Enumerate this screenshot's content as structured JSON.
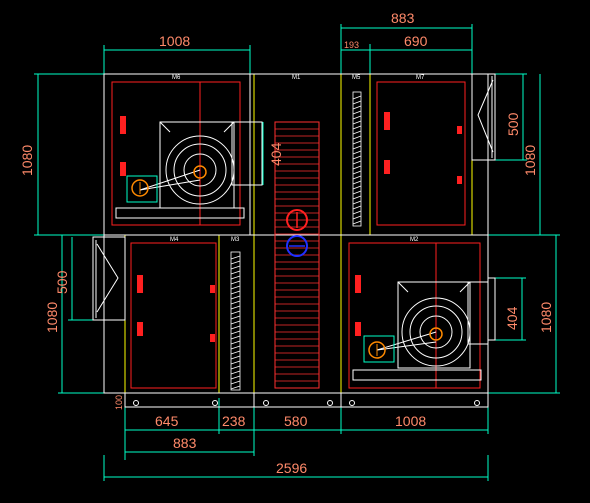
{
  "colors": {
    "background": "#000000",
    "dimension_line": "#00ffc8",
    "dimension_text": "#ff8a6a",
    "outline": "#ffffff",
    "frame": "#ffff00",
    "section": "#ff2020",
    "coil_hatch": "#ff3030"
  },
  "dimensions": {
    "top_883": "883",
    "top_193": "193",
    "top_690": "690",
    "top_1008": "1008",
    "left_1080_upper": "1080",
    "left_1080_lower": "1080",
    "left_500": "500",
    "right_500": "500",
    "right_1080_upper": "1080",
    "right_1080_lower": "1080",
    "duct_404_left": "404",
    "duct_404_right": "404",
    "small_100": "100",
    "bottom_645": "645",
    "bottom_238": "238",
    "bottom_580": "580",
    "bottom_1008": "1008",
    "bottom_883": "883",
    "total_2596": "2596"
  },
  "module_tags": {
    "m6": "M6",
    "m1": "M1",
    "m5": "M5",
    "m7": "M7",
    "m4": "M4",
    "m3": "M3",
    "m2": "M2"
  },
  "icons": [
    "fan-icon",
    "motor-icon",
    "damper-icon",
    "coil-icon"
  ]
}
